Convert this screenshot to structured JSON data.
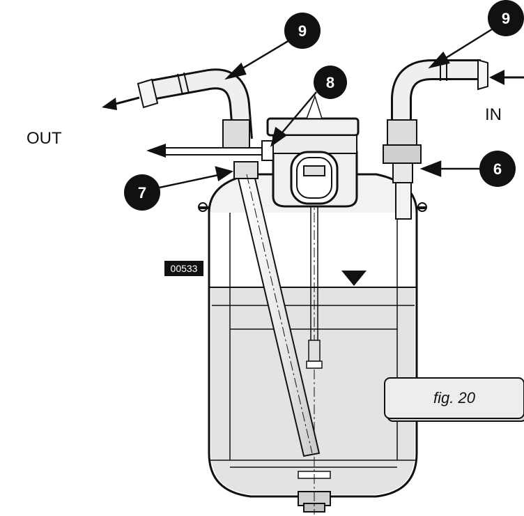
{
  "labels": {
    "out": "OUT",
    "in": "IN",
    "code": "00533",
    "figure": "fig.  20"
  },
  "callouts": {
    "nine_left": "9",
    "nine_right": "9",
    "eight": "8",
    "seven": "7",
    "six": "6"
  }
}
